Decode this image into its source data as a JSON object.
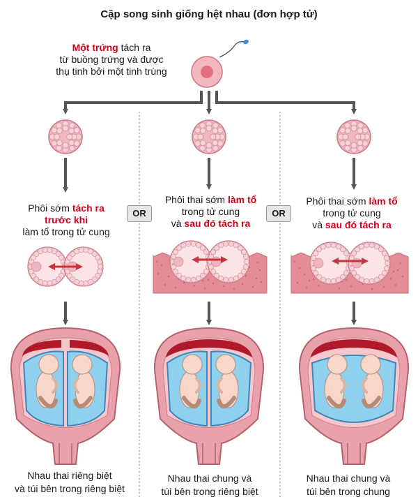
{
  "title": "Cặp song sinh giống hệt nhau (đơn hợp tử)",
  "intro": {
    "highlight": "Một trứng",
    "rest_line1": " tách ra",
    "line2": "từ buồng trứng và được",
    "line3": "thụ tinh bởi một tinh trùng"
  },
  "columns": [
    {
      "desc": [
        [
          {
            "t": "Phôi sớm ",
            "r": false
          },
          {
            "t": "tách ra",
            "r": true
          }
        ],
        [
          {
            "t": "trước khi",
            "r": true
          }
        ],
        [
          {
            "t": "làm tổ trong tử cung",
            "r": false
          }
        ]
      ],
      "caption_line1": "Nhau thai riêng biệt",
      "caption_line2": "và túi bên trong riêng biệt"
    },
    {
      "desc": [
        [
          {
            "t": "Phôi thai sớm ",
            "r": false
          },
          {
            "t": "làm tổ",
            "r": true
          }
        ],
        [
          {
            "t": "trong tử cung",
            "r": false
          }
        ],
        [
          {
            "t": "và ",
            "r": false
          },
          {
            "t": "sau đó tách ra",
            "r": true
          }
        ]
      ],
      "caption_line1": "Nhau thai chung và",
      "caption_line2": "túi bên trong riêng biệt"
    },
    {
      "desc": [
        [
          {
            "t": "Phôi thai sớm ",
            "r": false
          },
          {
            "t": "làm tổ",
            "r": true
          }
        ],
        [
          {
            "t": "trong tử cung",
            "r": false
          }
        ],
        [
          {
            "t": "và ",
            "r": false
          },
          {
            "t": "sau đó tách ra",
            "r": true
          }
        ]
      ],
      "caption_line1": "Nhau thai chung và",
      "caption_line2": "túi bên trong chung"
    }
  ],
  "or_label": "OR",
  "colors": {
    "highlight_red": "#d0021b",
    "embryo_pink": "#f3b8bf",
    "tissue_pink": "#e48d98",
    "sac_blue": "#8fd0ee",
    "placenta_red": "#b0192c",
    "arrow_gray": "#555555"
  }
}
